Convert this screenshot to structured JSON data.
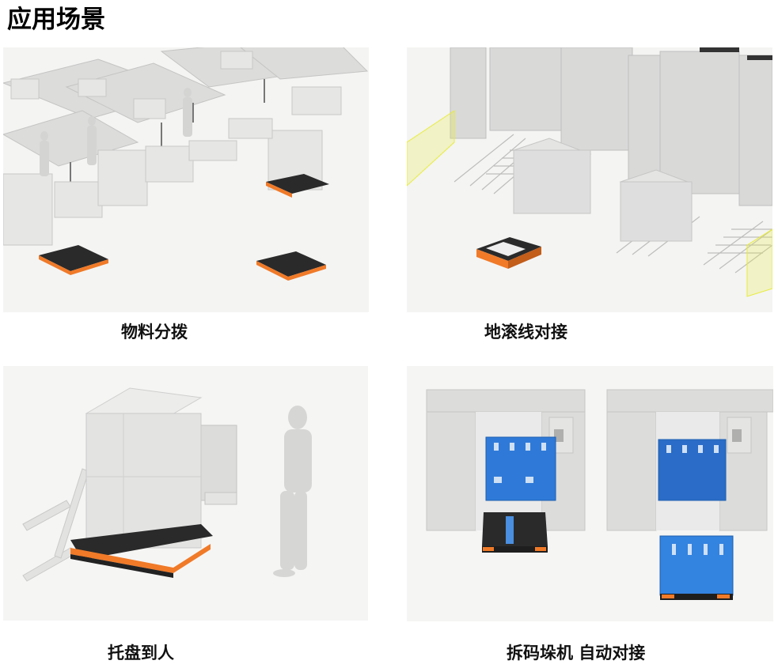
{
  "page": {
    "title": "应用场景"
  },
  "scenes": [
    {
      "caption": "物料分拨",
      "image_alt": "AGV robots sorting materials among conveyor tables, pallets and workers"
    },
    {
      "caption": "地滚线对接",
      "image_alt": "AGV docking with floor roller lines near tall storage units with yellow safety fences"
    },
    {
      "caption": "托盘到人",
      "image_alt": "AGV carrying stacked boxes on pallet to a standing person"
    },
    {
      "caption": "拆码垛机 自动对接",
      "image_alt": "AGV docking with pallet stacker/destacker machines with blue pallets"
    }
  ],
  "colors": {
    "agv_orange": "#f07a28",
    "agv_black": "#2a2a2a",
    "pallet_blue": "#2f7ad8",
    "fence_yellow": "#e8ec3a",
    "scene_bg": "#f1f1f0"
  }
}
